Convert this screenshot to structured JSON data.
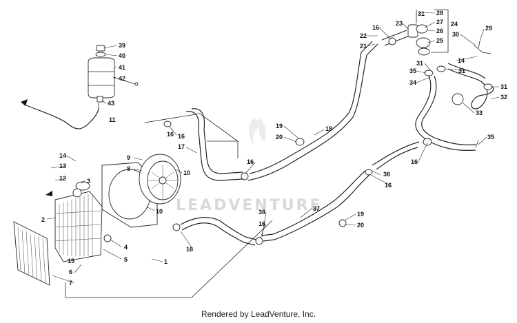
{
  "watermark": "LEADVENTURE",
  "credit": "Rendered by LeadVenture, Inc.",
  "callouts": [
    "1",
    "2",
    "3",
    "4",
    "5",
    "6",
    "7",
    "8",
    "9",
    "10",
    "10",
    "11",
    "12",
    "13",
    "14",
    "14",
    "15",
    "16",
    "16",
    "16",
    "16",
    "16",
    "16",
    "16",
    "16",
    "17",
    "18",
    "19",
    "19",
    "20",
    "20",
    "21",
    "22",
    "23",
    "24",
    "25",
    "26",
    "27",
    "28",
    "29",
    "30",
    "31",
    "31",
    "31",
    "31",
    "32",
    "33",
    "34",
    "35",
    "35",
    "36",
    "37",
    "38",
    "39",
    "40",
    "41",
    "42",
    "43"
  ]
}
